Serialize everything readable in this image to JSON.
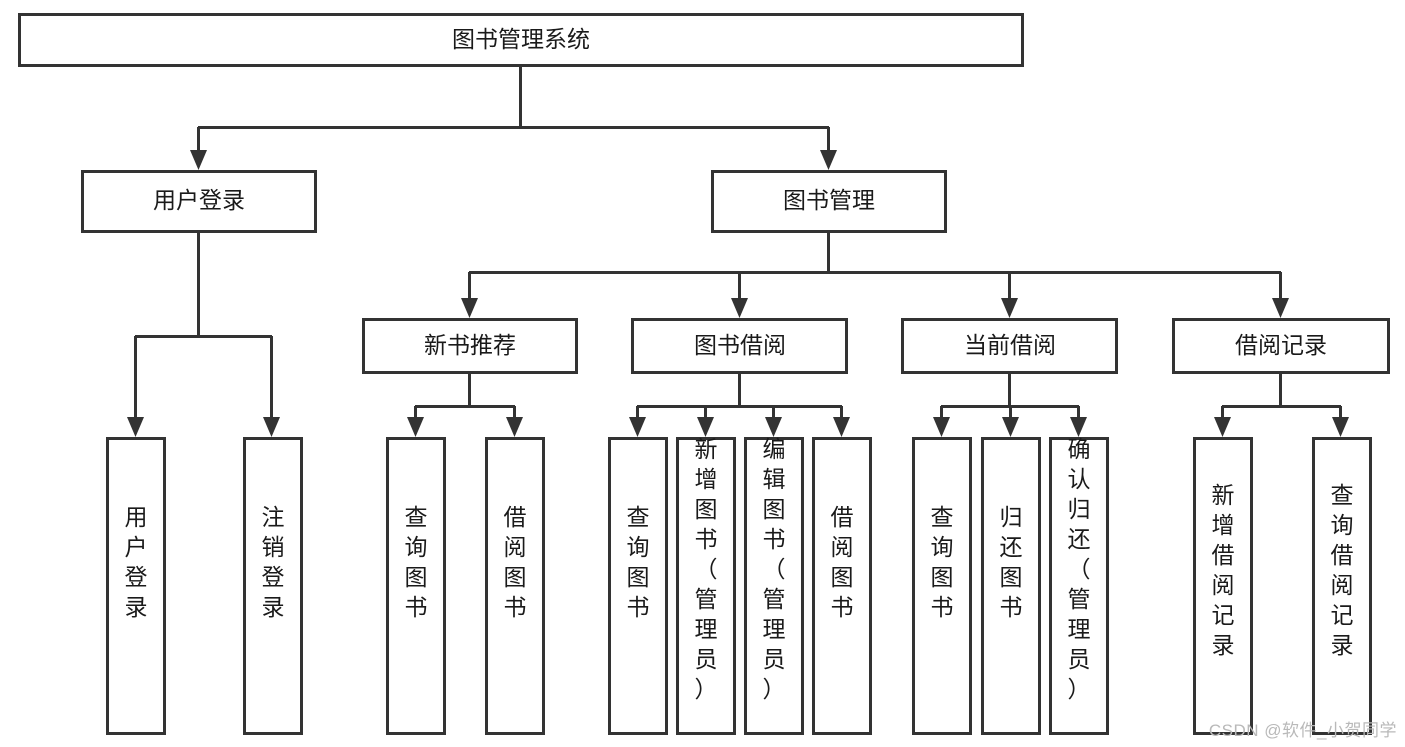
{
  "diagram": {
    "title": "图书管理系统",
    "watermark": "CSDN @软件_小贺同学",
    "colors": {
      "stroke": "#333333",
      "fill": "#ffffff",
      "text": "#1a1a1a",
      "watermark": "#b9b9b9"
    },
    "nodes": {
      "root": {
        "label": "图书管理系统"
      },
      "level2": [
        {
          "id": "user-login",
          "label": "用户登录"
        },
        {
          "id": "book-manage",
          "label": "图书管理"
        }
      ],
      "level3": [
        {
          "id": "new-book-recommend",
          "label": "新书推荐"
        },
        {
          "id": "book-borrow",
          "label": "图书借阅"
        },
        {
          "id": "current-borrow",
          "label": "当前借阅"
        },
        {
          "id": "borrow-record",
          "label": "借阅记录"
        }
      ],
      "leaves": {
        "user-login": [
          {
            "id": "leaf-user-login",
            "label": "用户登录"
          },
          {
            "id": "leaf-logout-login",
            "label": "注销登录"
          }
        ],
        "new-book-recommend": [
          {
            "id": "leaf-query-book-1",
            "label": "查询图书"
          },
          {
            "id": "leaf-borrow-book-1",
            "label": "借阅图书"
          }
        ],
        "book-borrow": [
          {
            "id": "leaf-query-book-2",
            "label": "查询图书"
          },
          {
            "id": "leaf-add-book",
            "label": "新增图书（管理员）"
          },
          {
            "id": "leaf-edit-book",
            "label": "编辑图书（管理员）"
          },
          {
            "id": "leaf-borrow-book-2",
            "label": "借阅图书"
          }
        ],
        "current-borrow": [
          {
            "id": "leaf-query-book-3",
            "label": "查询图书"
          },
          {
            "id": "leaf-return-book",
            "label": "归还图书"
          },
          {
            "id": "leaf-confirm-return",
            "label": "确认归还（管理员）"
          }
        ],
        "borrow-record": [
          {
            "id": "leaf-add-record",
            "label": "新增借阅记录"
          },
          {
            "id": "leaf-query-record",
            "label": "查询借阅记录"
          }
        ]
      }
    }
  }
}
